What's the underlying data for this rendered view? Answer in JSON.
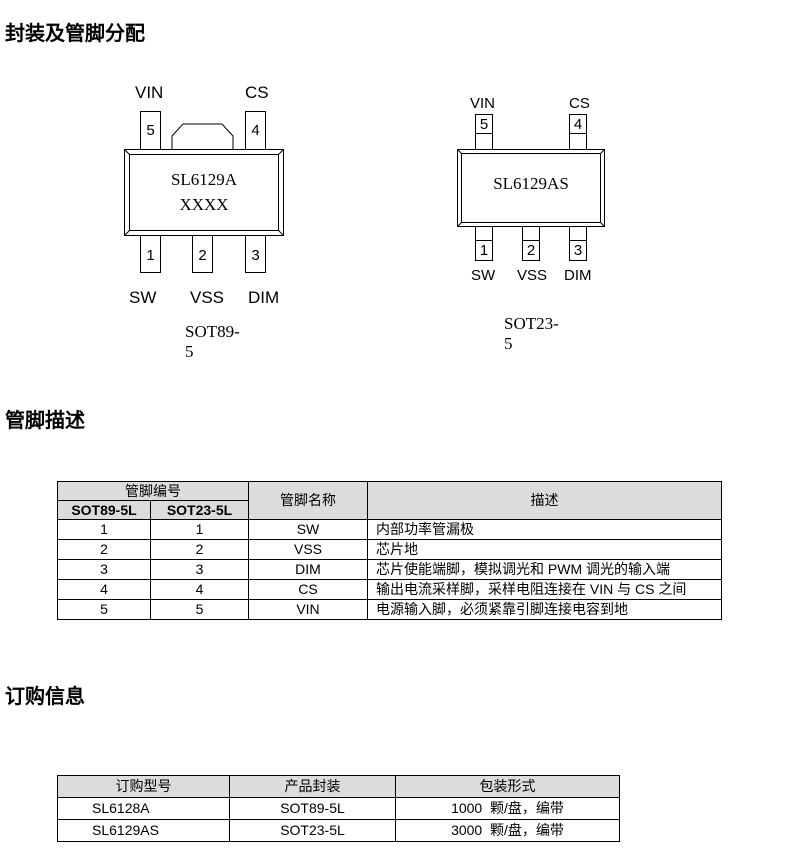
{
  "sections": {
    "package_title": "封装及管脚分配",
    "pin_desc_title": "管脚描述",
    "order_title": "订购信息"
  },
  "sot89": {
    "chip_name": "SL6129A",
    "marking": "XXXX",
    "package_name": "SOT89-5",
    "top_pins": [
      {
        "number": "5",
        "label": "VIN"
      },
      {
        "number": "4",
        "label": "CS"
      }
    ],
    "bottom_pins": [
      {
        "number": "1",
        "label": "SW"
      },
      {
        "number": "2",
        "label": "VSS"
      },
      {
        "number": "3",
        "label": "DIM"
      }
    ]
  },
  "sot23": {
    "chip_name": "SL6129AS",
    "package_name": "SOT23-5",
    "top_pins": [
      {
        "number": "5",
        "label": "VIN"
      },
      {
        "number": "4",
        "label": "CS"
      }
    ],
    "bottom_pins": [
      {
        "number": "1",
        "label": "SW"
      },
      {
        "number": "2",
        "label": "VSS"
      },
      {
        "number": "3",
        "label": "DIM"
      }
    ]
  },
  "pin_table": {
    "header_group": "管脚编号",
    "col_sot89": "SOT89-5L",
    "col_sot23": "SOT23-5L",
    "col_name": "管脚名称",
    "col_desc": "描述",
    "rows": [
      {
        "sot89": "1",
        "sot23": "1",
        "name": "SW",
        "desc": "内部功率管漏极"
      },
      {
        "sot89": "2",
        "sot23": "2",
        "name": "VSS",
        "desc": "芯片地"
      },
      {
        "sot89": "3",
        "sot23": "3",
        "name": "DIM",
        "desc": "芯片使能端脚，模拟调光和 PWM 调光的输入端"
      },
      {
        "sot89": "4",
        "sot23": "4",
        "name": "CS",
        "desc": "输出电流采样脚，采样电阻连接在 VIN 与 CS 之间"
      },
      {
        "sot89": "5",
        "sot23": "5",
        "name": "VIN",
        "desc": "电源输入脚，必须紧靠引脚连接电容到地"
      }
    ]
  },
  "order_table": {
    "headers": [
      "订购型号",
      "产品封装",
      "包装形式"
    ],
    "rows": [
      [
        "SL6128A",
        "SOT89-5L",
        "1000  颗/盘，编带"
      ],
      [
        "SL6129AS",
        "SOT23-5L",
        "3000  颗/盘，编带"
      ]
    ]
  },
  "colors": {
    "table_header_bg": "#dcdcdc",
    "border": "#000000"
  }
}
